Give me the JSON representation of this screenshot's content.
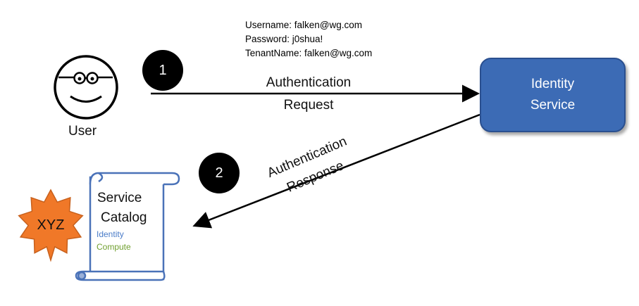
{
  "credentials": {
    "username": "Username: falken@wg.com",
    "password": "Password: j0shua!",
    "tenant": "TenantName: falken@wg.com"
  },
  "user": {
    "label": "User"
  },
  "steps": [
    {
      "number": "1"
    },
    {
      "number": "2"
    }
  ],
  "request": {
    "line1": "Authentication",
    "line2": "Request"
  },
  "response": {
    "line1": "Authentication",
    "line2": "Response"
  },
  "identity_service": {
    "line1": "Identity",
    "line2": "Service"
  },
  "service_catalog": {
    "title_line1": "Service",
    "title_line2": "Catalog",
    "items": [
      "Identity",
      "Compute"
    ]
  },
  "badge": {
    "label": "XYZ"
  },
  "colors": {
    "identity_box": "#3c6bb5",
    "badge": "#f07828",
    "scroll_outline": "#4a72b8",
    "catalog_identity": "#4a7cc8",
    "catalog_compute": "#70a030"
  },
  "icons": {
    "user": "smiley-face-with-glasses-icon",
    "catalog": "scroll-icon",
    "badge": "starburst-badge-icon"
  }
}
